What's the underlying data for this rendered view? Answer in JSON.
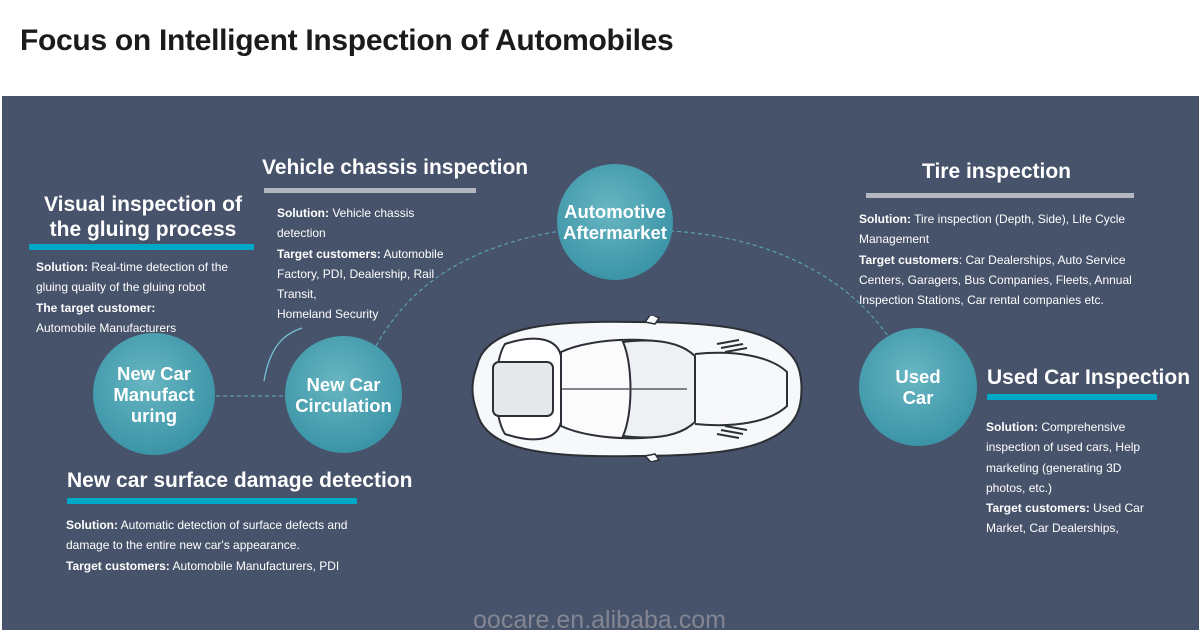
{
  "title": "Focus on Intelligent Inspection of Automobiles",
  "watermark": "oocare.en.alibaba.com",
  "circles": {
    "new_car_manufacturing": [
      "New Car",
      "Manufact",
      "uring"
    ],
    "new_car_circulation": [
      "New Car",
      "Circulation"
    ],
    "automotive_aftermarket": [
      "Automotive",
      "Aftermarket"
    ],
    "used_car": [
      "Used",
      "Car"
    ]
  },
  "sections": {
    "gluing": {
      "title_line1": "Visual inspection of",
      "title_line2": "the gluing process",
      "solution_label": "Solution:",
      "solution_text": " Real-time detection of the gluing quality of the gluing robot",
      "target_label": "The target customer:",
      "target_text": "Automobile Manufacturers"
    },
    "chassis": {
      "title": "Vehicle chassis inspection",
      "solution_label": "Solution:",
      "solution_text": " Vehicle chassis detection",
      "target_label": "Target customers:",
      "target_text": " Automobile Factory, PDI, Dealership, Rail Transit,",
      "target_text2": "Homeland Security"
    },
    "tire": {
      "title": "Tire inspection",
      "solution_label": "Solution:",
      "solution_text": " Tire inspection (Depth, Side), Life Cycle Management",
      "target_label": "Target customers",
      "target_text": ": Car Dealerships, Auto Service Centers, Garagers, Bus Companies, Fleets, Annual Inspection Stations, Car rental companies etc."
    },
    "surface": {
      "title": "New car surface damage detection",
      "solution_label": "Solution:",
      "solution_text": " Automatic detection of surface defects and damage to the entire new car's appearance.",
      "target_label": "Target customers:",
      "target_text": " Automobile Manufacturers, PDI"
    },
    "used": {
      "title": "Used Car Inspection",
      "solution_label": "Solution:",
      "solution_text": " Comprehensive inspection of used cars, Help marketing (generating 3D photos, etc.)",
      "target_label": "Target customers:",
      "target_text": " Used Car Market, Car Dealerships,"
    }
  },
  "colors": {
    "panel": "#47536a",
    "accent_bar": "#00a8c8",
    "gray_bar": "#b3b7bf",
    "circle": "#4aa3b3"
  }
}
